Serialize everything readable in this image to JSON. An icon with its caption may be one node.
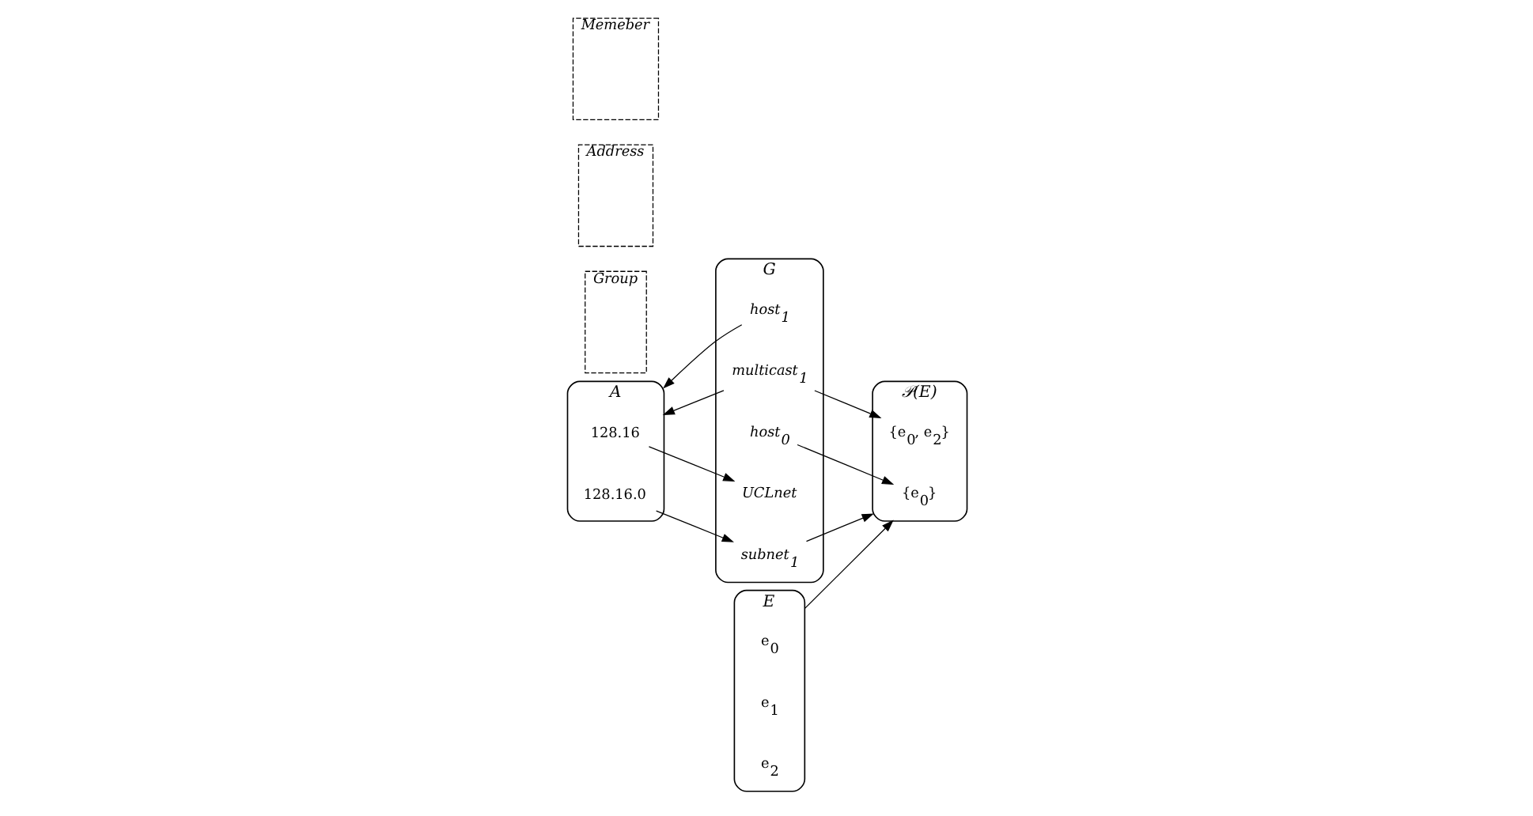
{
  "diagram": {
    "nodes": [
      {
        "text": [
          "A"
        ]
      },
      {
        "text": [
          "128.16"
        ],
        "in": 0
      },
      {
        "text": [
          "128.16.0"
        ],
        "in": 0
      },
      {
        "text": [
          "Group"
        ]
      },
      {
        "text": [
          "Address"
        ]
      },
      {
        "text": [
          "G"
        ]
      },
      {
        "text": [
          "UCLnet"
        ],
        "in": 5
      },
      {
        "text": [
          "subnet$_{1}$"
        ],
        "in": 5
      },
      {
        "text": [
          "host$_{0}$"
        ],
        "in": 5
      },
      {
        "text": [
          "host$_{1}$"
        ],
        "in": 5
      },
      {
        "text": [
          "multicast$_{1}$"
        ],
        "in": 5
      },
      {
        "text": [
          "Memeber"
        ]
      },
      {
        "text": [
          "E"
        ]
      },
      {
        "text": [
          "e$_{0}$"
        ],
        "in": 12
      },
      {
        "text": [
          "e$_{1}$"
        ],
        "in": 12
      },
      {
        "text": [
          "e$_{2}$"
        ],
        "in": 12
      },
      {
        "text": [
          "𝒫(E)"
        ]
      },
      {
        "text": [
          "{e$_{0}$}"
        ],
        "in": 16
      },
      {
        "text": [
          "{e$_{0}$, e$_{2}$}"
        ],
        "in": 16
      }
    ],
    "edges": [
      {
        "from": 1,
        "to": 6,
        "arrow": "to"
      },
      {
        "from": 2,
        "to": 7,
        "arrow": "to"
      },
      {
        "from": 9,
        "to": 0,
        "arrow": "to"
      },
      {
        "from": 10,
        "to": 0,
        "arrow": "to"
      },
      {
        "from": 7,
        "to": 16,
        "arrow": "to"
      },
      {
        "from": 8,
        "to": 17,
        "arrow": "to"
      },
      {
        "from": 10,
        "to": 18,
        "arrow": "to"
      },
      {
        "from": 12,
        "to": 16,
        "arrow": "to"
      }
    ]
  }
}
